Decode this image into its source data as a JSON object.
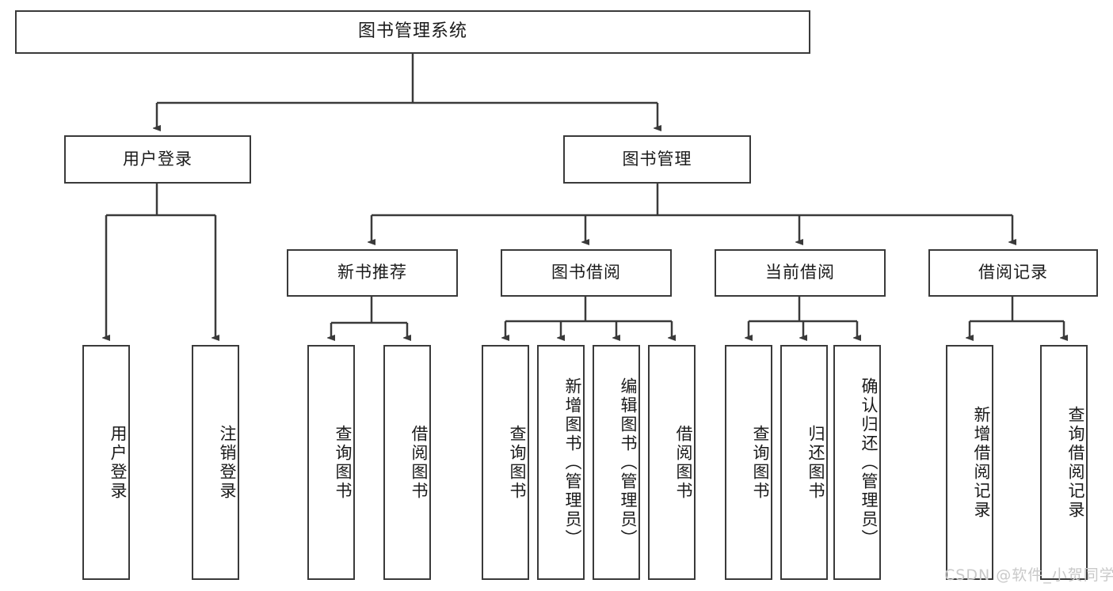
{
  "diagram": {
    "title": "图书管理系统",
    "type": "tree-structure-chart",
    "root": {
      "label": "图书管理系统"
    },
    "level1": [
      {
        "label": "用户登录"
      },
      {
        "label": "图书管理"
      }
    ],
    "level2": [
      {
        "label": "新书推荐"
      },
      {
        "label": "图书借阅"
      },
      {
        "label": "当前借阅"
      },
      {
        "label": "借阅记录"
      }
    ],
    "leaves_user_login": [
      {
        "label": "用户登录"
      },
      {
        "label": "注销登录"
      }
    ],
    "leaves_new_books": [
      {
        "label": "查询图书"
      },
      {
        "label": "借阅图书"
      }
    ],
    "leaves_borrow": [
      {
        "label": "查询图书"
      },
      {
        "label": "新增图书（管理员）"
      },
      {
        "label": "编辑图书（管理员）"
      },
      {
        "label": "借阅图书"
      }
    ],
    "leaves_current": [
      {
        "label": "查询图书"
      },
      {
        "label": "归还图书"
      },
      {
        "label": "确认归还（管理员）"
      }
    ],
    "leaves_records": [
      {
        "label": "新增借阅记录"
      },
      {
        "label": "查询借阅记录"
      }
    ]
  },
  "watermark": {
    "text": "CSDN @软件_小贺同学"
  },
  "colors": {
    "border": "#3a3a3a",
    "text": "#1a1a1a",
    "background": "#ffffff",
    "watermark": "#c9c9c9"
  }
}
